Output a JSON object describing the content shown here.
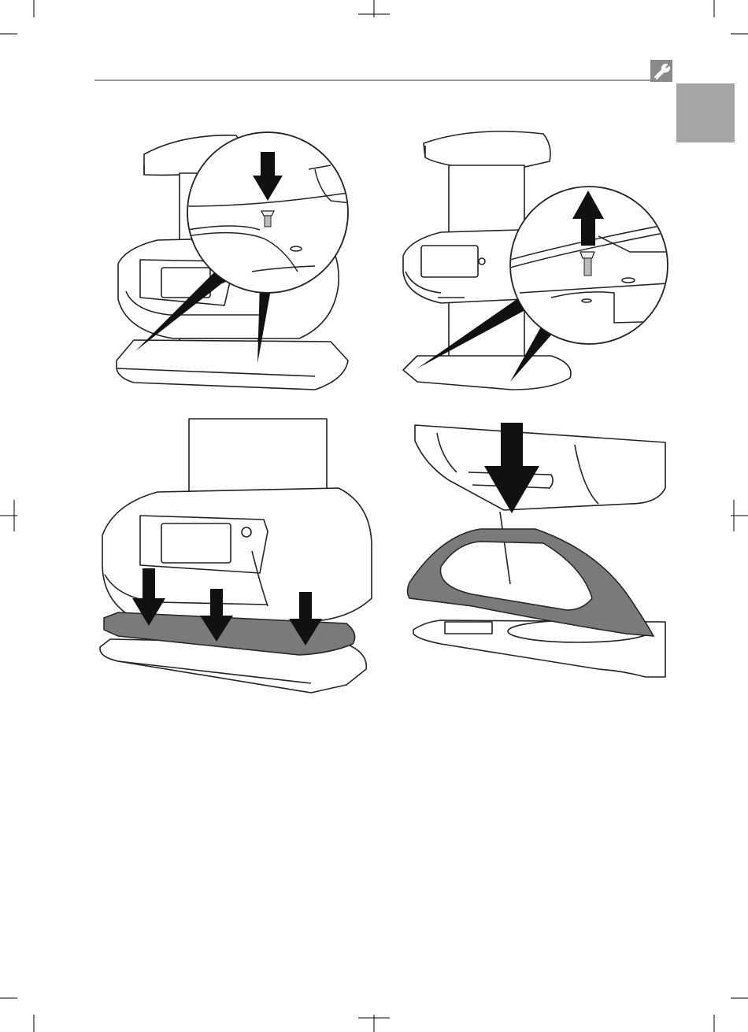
{
  "page": {
    "section_icon": "wrench-icon",
    "side_tab_color": "#a6a6a6",
    "header_rule_color": "#9a9a9a"
  },
  "figures": [
    {
      "id": "fig-1",
      "icon": "arrow-down-icon",
      "description_visible_text": ""
    },
    {
      "id": "fig-2",
      "icon": "arrow-up-icon",
      "description_visible_text": ""
    },
    {
      "id": "fig-3",
      "icon": "arrow-down-icon",
      "description_visible_text": ""
    },
    {
      "id": "fig-4",
      "icon": "arrow-down-icon",
      "description_visible_text": ""
    }
  ]
}
